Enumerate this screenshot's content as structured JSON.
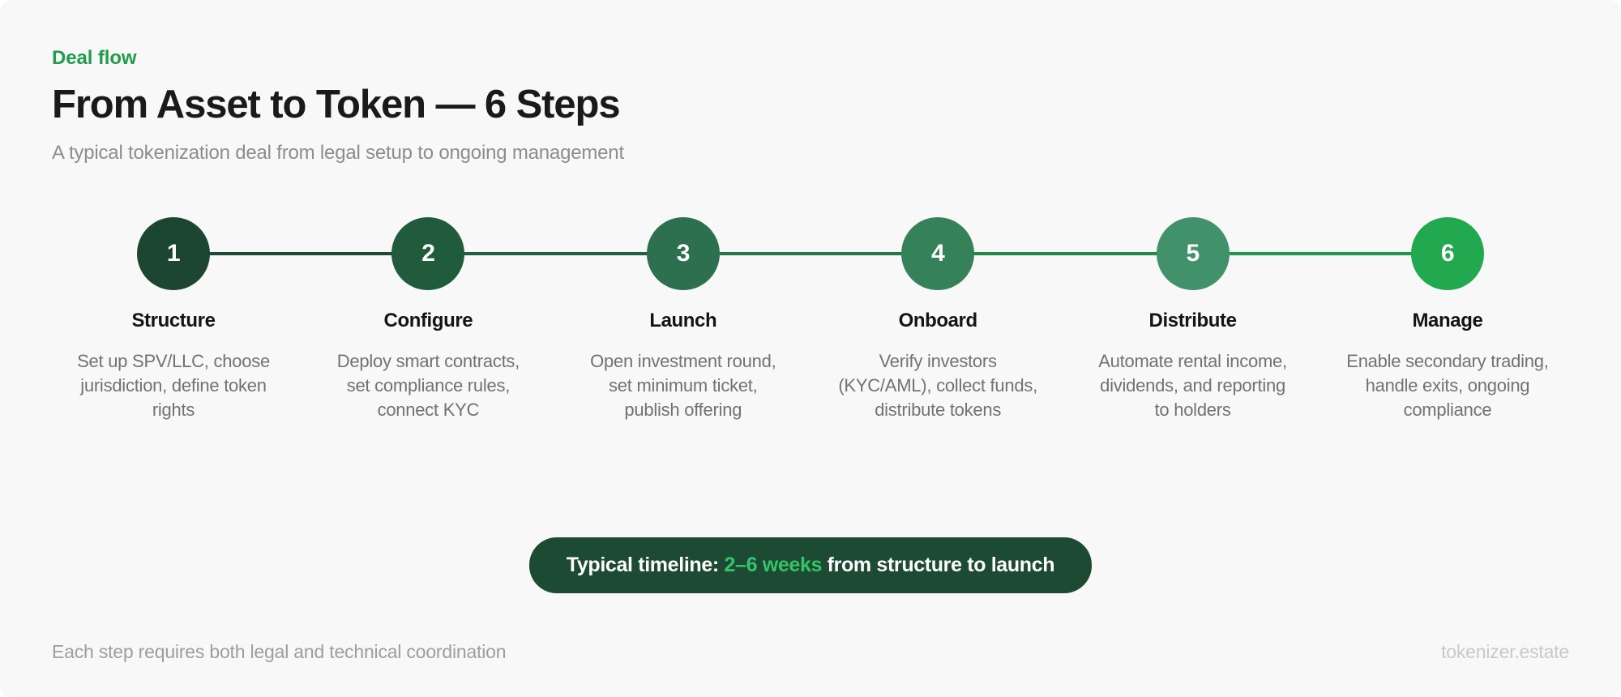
{
  "header": {
    "eyebrow": "Deal flow",
    "title": "From Asset to Token — 6 Steps",
    "subtitle": "A typical tokenization deal from legal setup to ongoing management"
  },
  "colors": {
    "background": "#f7f8f7",
    "eyebrow_green": "#1f9d4d",
    "pill_background": "#1d4a33",
    "pill_highlight": "#35c46a",
    "connector": "#1d4a33",
    "title_text": "#1a1a1a",
    "subtitle_text": "#8a8f8c",
    "desc_text": "#6f7471",
    "footer_note_text": "#9aa09c",
    "footer_brand_text": "#c6cbc8"
  },
  "steps": [
    {
      "number": "1",
      "label": "Structure",
      "desc": "Set up SPV/LLC, choose jurisdiction, define token rights",
      "circle_color": "#1d4632",
      "connector_color": "#1d4a33"
    },
    {
      "number": "2",
      "label": "Configure",
      "desc": "Deploy smart contracts, set compliance rules, connect KYC",
      "circle_color": "#205c3c",
      "connector_color": "#206040"
    },
    {
      "number": "3",
      "label": "Launch",
      "desc": "Open investment round, set minimum ticket, publish offering",
      "circle_color": "#2c7050",
      "connector_color": "#217a46"
    },
    {
      "number": "4",
      "label": "Onboard",
      "desc": "Verify investors (KYC/AML), collect funds, distribute tokens",
      "circle_color": "#35815a",
      "connector_color": "#1e8c48"
    },
    {
      "number": "5",
      "label": "Distribute",
      "desc": "Automate rental income, dividends, and reporting to holders",
      "circle_color": "#41926a",
      "connector_color": "#1a9b4a"
    },
    {
      "number": "6",
      "label": "Manage",
      "desc": "Enable secondary trading, handle exits, ongoing compliance",
      "circle_color": "#22a84f",
      "connector_color": "#22a84f"
    }
  ],
  "timeline_pill": {
    "prefix": "Typical timeline: ",
    "highlight": "2–6 weeks",
    "suffix": " from structure to launch"
  },
  "footer": {
    "note": "Each step requires both legal and technical coordination",
    "brand": "tokenizer.estate"
  }
}
